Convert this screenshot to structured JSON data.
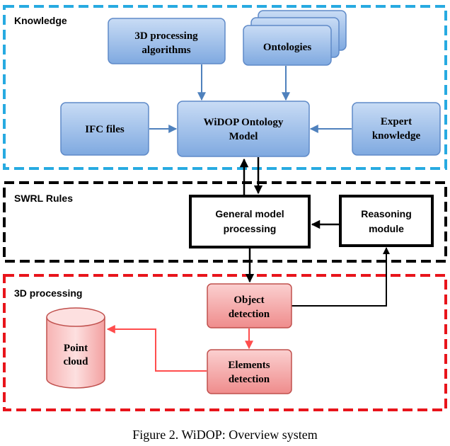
{
  "sections": {
    "knowledge": "Knowledge",
    "swrl": "SWRL Rules",
    "processing3d": "3D processing"
  },
  "nodes": {
    "algorithms": [
      "3D processing",
      "algorithms"
    ],
    "ontologies": "Ontologies",
    "ifc": "IFC files",
    "widop": [
      "WiDOP Ontology",
      "Model"
    ],
    "expert": [
      "Expert",
      "knowledge"
    ],
    "general": [
      "General model",
      "processing"
    ],
    "reasoning": [
      "Reasoning",
      "module"
    ],
    "object": [
      "Object",
      "detection"
    ],
    "elements": [
      "Elements",
      "detection"
    ],
    "pointcloud": [
      "Point",
      "cloud"
    ]
  },
  "caption": "Figure 2. WiDOP: Overview system",
  "colors": {
    "knowledge_border": "#27aae1",
    "swrl_border": "#000000",
    "processing_border": "#e8141b",
    "blue_box": "#8db4e6",
    "red_box": "#f29a9a",
    "blue_arrow": "#4f81bd",
    "red_arrow": "#ff4d4d"
  }
}
